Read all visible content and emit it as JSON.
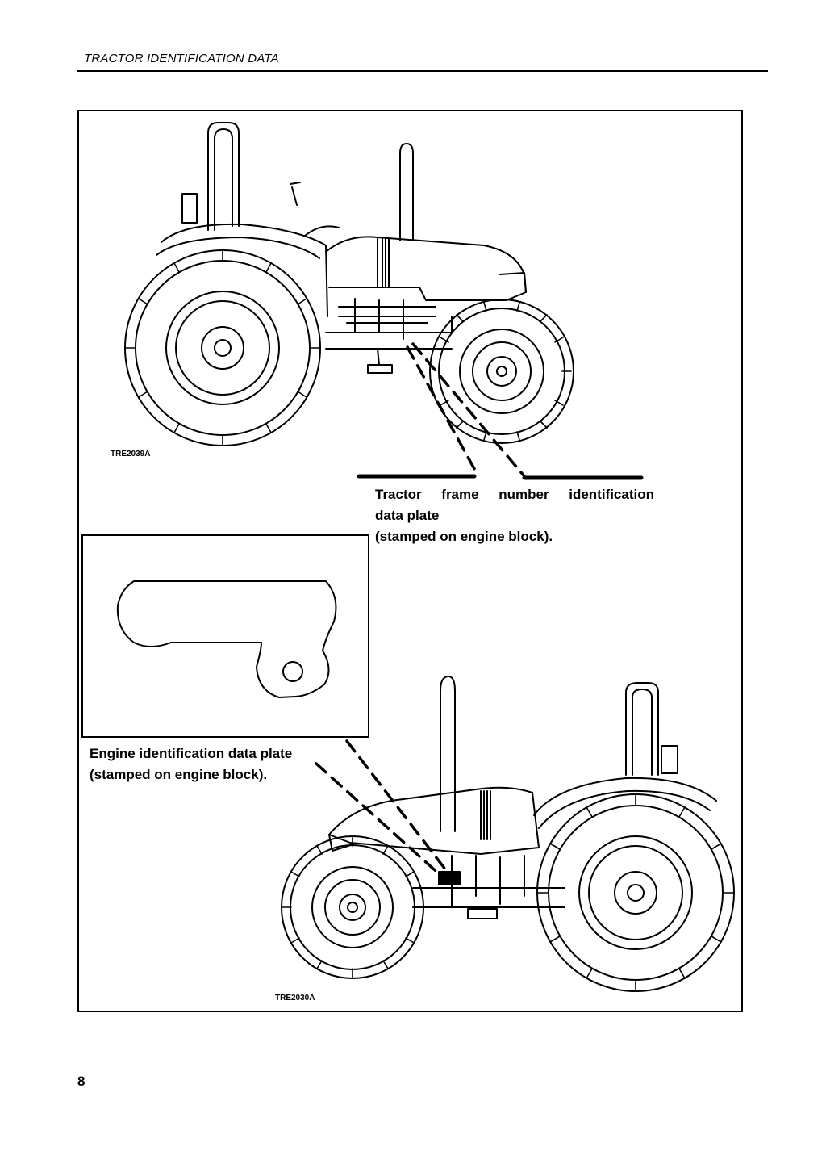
{
  "header": {
    "title": "TRACTOR IDENTIFICATION DATA"
  },
  "figures": {
    "top_code": "TRE2039A",
    "bottom_code": "TRE2030A"
  },
  "callouts": {
    "frame": {
      "line1_words": [
        "Tractor",
        "frame",
        "number",
        "identification"
      ],
      "line2": "data plate",
      "line3": "(stamped on engine block)."
    },
    "engine": {
      "line1": "Engine identification data plate",
      "line2": "(stamped on engine block)."
    }
  },
  "page_number": "8"
}
